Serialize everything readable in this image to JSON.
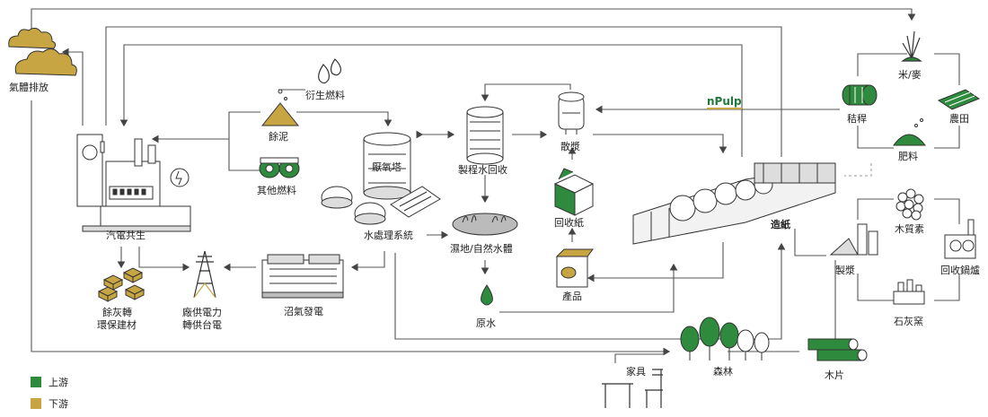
{
  "colors": {
    "upstream": "#2e8b3e",
    "downstream": "#c7a542",
    "line": "#555555",
    "outline": "#333333",
    "gray": "#9a9a9a"
  },
  "labels": {
    "emission": "氣體排放",
    "derived_fuel": "衍生燃料",
    "sludge": "餘泥",
    "other_fuel": "其他燃料",
    "cogeneration": "汽電共生",
    "anaerobic_tower": "厭氧塔",
    "water_treatment": "水處理系統",
    "process_water": "製程水回收",
    "pulping": "散漿",
    "recycled_paper": "回收紙",
    "wetland": "濕地/自然水體",
    "raw_water": "原水",
    "product": "產品",
    "papermaking": "造紙",
    "biogas_power": "沼氣發電",
    "ash_brick_1": "餘灰轉",
    "ash_brick_2": "環保建材",
    "power_1": "廠供電力",
    "power_2": "轉供台電",
    "rice_wheat": "米/麥",
    "straw": "秸稈",
    "farmland": "農田",
    "fertilizer": "肥料",
    "lignin": "木質素",
    "recovery_boiler": "回收鍋爐",
    "pulp_making": "製漿",
    "lime_kiln": "石灰窯",
    "furniture": "家具",
    "forest": "森林",
    "wood_chips": "木片",
    "brand": "nPulp"
  },
  "legend": [
    {
      "label": "上游",
      "color": "#2e8b3e"
    },
    {
      "label": "下游",
      "color": "#c7a542"
    }
  ]
}
